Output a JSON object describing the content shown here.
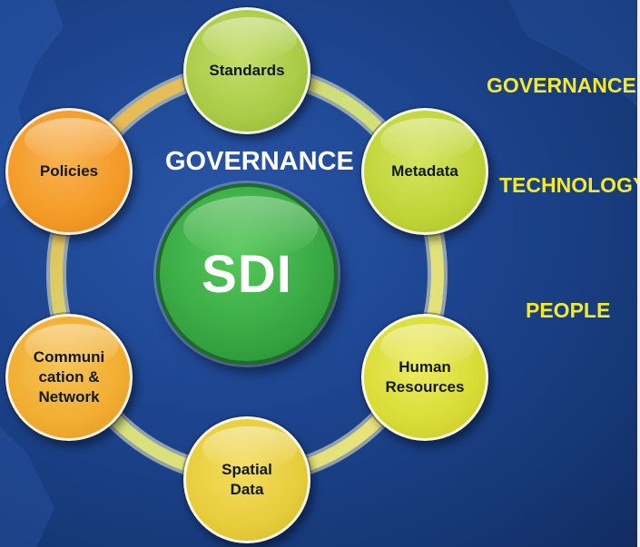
{
  "diagram": {
    "center": {
      "label": "SDI",
      "color": "#3fb049"
    },
    "heading": "GOVERNANCE",
    "nodes": [
      {
        "id": "standards",
        "label": "Standards",
        "color": "#aacb45"
      },
      {
        "id": "metadata",
        "label": "Metadata",
        "color": "#bfd436"
      },
      {
        "id": "human-resources",
        "label": "Human\nResources",
        "color": "#d9dc34"
      },
      {
        "id": "spatial-data",
        "label": "Spatial\nData",
        "color": "#e7cd3a"
      },
      {
        "id": "communication-network",
        "label": "Communi\ncation &\nNetwork",
        "color": "#f1ad30"
      },
      {
        "id": "policies",
        "label": "Policies",
        "color": "#f49a26"
      }
    ],
    "side_labels": [
      {
        "id": "governance",
        "text": "GOVERNANCE"
      },
      {
        "id": "technology",
        "text": "TECHNOLOGY"
      },
      {
        "id": "people",
        "text": "PEOPLE"
      }
    ],
    "colors": {
      "background": "#1d4590",
      "side_label": "#f4ea2a",
      "heading": "#ffffff"
    }
  }
}
